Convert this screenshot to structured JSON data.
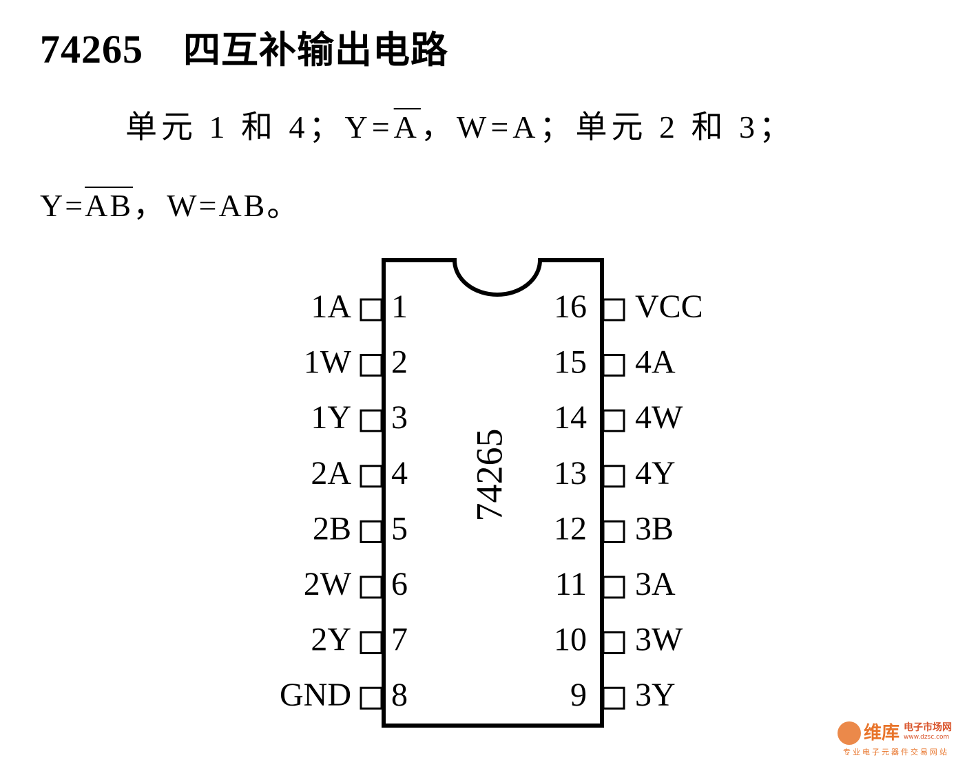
{
  "title": {
    "part_number": "74265",
    "name": "四互补输出电路"
  },
  "description": {
    "line1": {
      "prefix": "单元 1 和 4；Y=",
      "overlined": "A",
      "suffix": "，W=A；单元 2 和 3；"
    },
    "line2": {
      "prefix": "Y=",
      "overlined": "AB",
      "suffix": "，W=AB。"
    }
  },
  "chip": {
    "label": "74265",
    "left_pins": [
      {
        "num": "1",
        "label": "1A"
      },
      {
        "num": "2",
        "label": "1W"
      },
      {
        "num": "3",
        "label": "1Y"
      },
      {
        "num": "4",
        "label": "2A"
      },
      {
        "num": "5",
        "label": "2B"
      },
      {
        "num": "6",
        "label": "2W"
      },
      {
        "num": "7",
        "label": "2Y"
      },
      {
        "num": "8",
        "label": "GND"
      }
    ],
    "right_pins": [
      {
        "num": "16",
        "label": "VCC"
      },
      {
        "num": "15",
        "label": "4A"
      },
      {
        "num": "14",
        "label": "4W"
      },
      {
        "num": "13",
        "label": "4Y"
      },
      {
        "num": "12",
        "label": "3B"
      },
      {
        "num": "11",
        "label": "3A"
      },
      {
        "num": "10",
        "label": "3W"
      },
      {
        "num": "9",
        "label": "3Y"
      }
    ]
  },
  "watermark": {
    "brand": "维库",
    "site": "电子市场网",
    "url": "www.dzsc.com",
    "tagline": "专业电子元器件交易网站",
    "color": "#e8742a"
  }
}
